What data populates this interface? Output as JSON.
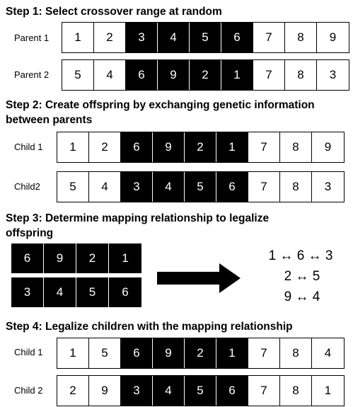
{
  "steps": {
    "step1": "Step 1: Select crossover range at random",
    "step2_line1": "Step 2:  Create offspring by exchanging genetic information",
    "step2_line2": "between parents",
    "step3_line1": "Step 3: Determine mapping relationship to legalize",
    "step3_line2": "offspring",
    "step4": "Step 4: Legalize children with the mapping relationship"
  },
  "parents": [
    {
      "label": "Parent 1",
      "genes": [
        "1",
        "2",
        "3",
        "4",
        "5",
        "6",
        "7",
        "8",
        "9"
      ]
    },
    {
      "label": "Parent 2",
      "genes": [
        "5",
        "4",
        "6",
        "9",
        "2",
        "1",
        "7",
        "8",
        "3"
      ]
    }
  ],
  "children_step2": [
    {
      "label": "Child 1",
      "genes": [
        "1",
        "2",
        "6",
        "9",
        "2",
        "1",
        "7",
        "8",
        "9"
      ]
    },
    {
      "label": "Child2",
      "genes": [
        "5",
        "4",
        "3",
        "4",
        "5",
        "6",
        "7",
        "8",
        "3"
      ]
    }
  ],
  "mapping_segments": [
    [
      "6",
      "9",
      "2",
      "1"
    ],
    [
      "3",
      "4",
      "5",
      "6"
    ]
  ],
  "mapping_relations": [
    "1 ↔ 6 ↔ 3",
    "2 ↔ 5",
    "9 ↔ 4"
  ],
  "children_step4": [
    {
      "label": "Child 1",
      "genes": [
        "1",
        "5",
        "6",
        "9",
        "2",
        "1",
        "7",
        "8",
        "4"
      ]
    },
    {
      "label": "Child 2",
      "genes": [
        "2",
        "9",
        "3",
        "4",
        "5",
        "6",
        "7",
        "8",
        "1"
      ]
    }
  ],
  "crossover_range": {
    "start_index": 2,
    "end_index": 5
  },
  "colors": {
    "segment": "#000000",
    "background": "#ffffff",
    "text": "#000000"
  }
}
